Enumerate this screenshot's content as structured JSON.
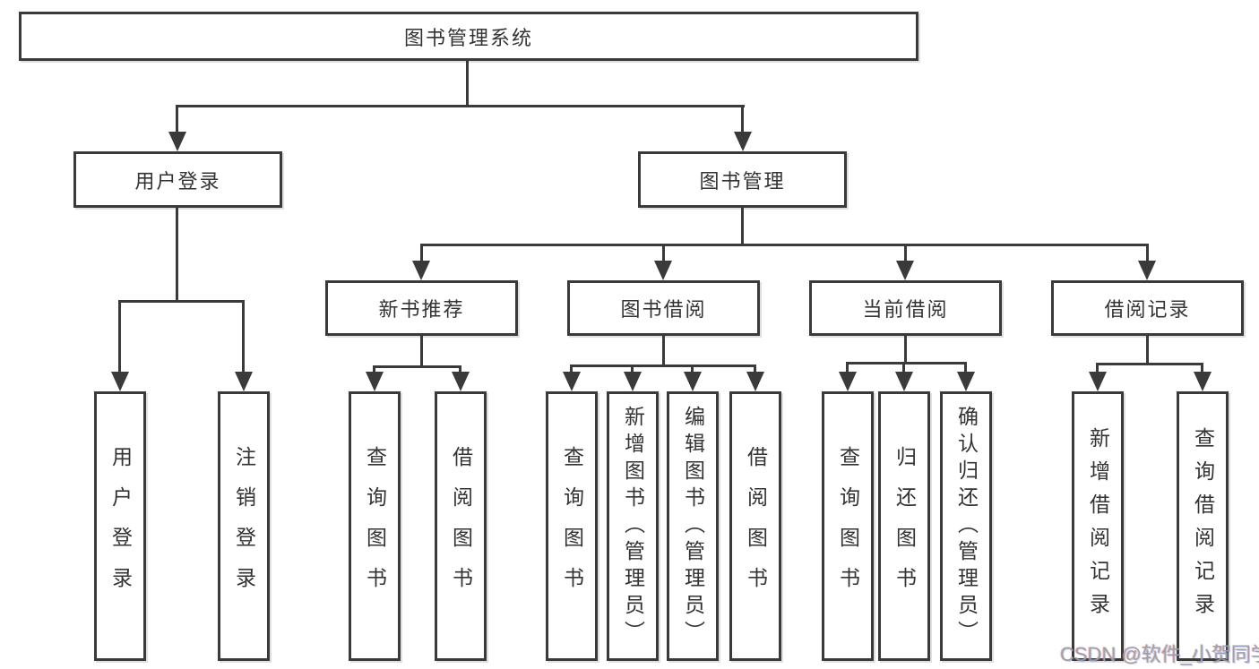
{
  "diagram": {
    "title": "图书管理系统",
    "watermark": "CSDN @软件_小贺同学",
    "colors": {
      "line": "#3a3a3a",
      "text": "#333333",
      "background": "#ffffff",
      "watermark": "#9e9e9e"
    },
    "tree": {
      "root": {
        "label": "图书管理系统"
      },
      "branches": [
        {
          "label": "用户登录",
          "children": [
            {
              "label": "用户登录"
            },
            {
              "label": "注销登录"
            }
          ]
        },
        {
          "label": "图书管理",
          "children": [
            {
              "label": "新书推荐",
              "children": [
                {
                  "label": "查询图书"
                },
                {
                  "label": "借阅图书"
                }
              ]
            },
            {
              "label": "图书借阅",
              "children": [
                {
                  "label": "查询图书"
                },
                {
                  "label": "新增图书（管理员）"
                },
                {
                  "label": "编辑图书（管理员）"
                },
                {
                  "label": "借阅图书"
                }
              ]
            },
            {
              "label": "当前借阅",
              "children": [
                {
                  "label": "查询图书"
                },
                {
                  "label": "归还图书"
                },
                {
                  "label": "确认归还（管理员）"
                }
              ]
            },
            {
              "label": "借阅记录",
              "children": [
                {
                  "label": "新增借阅记录"
                },
                {
                  "label": "查询借阅记录"
                }
              ]
            }
          ]
        }
      ]
    }
  }
}
